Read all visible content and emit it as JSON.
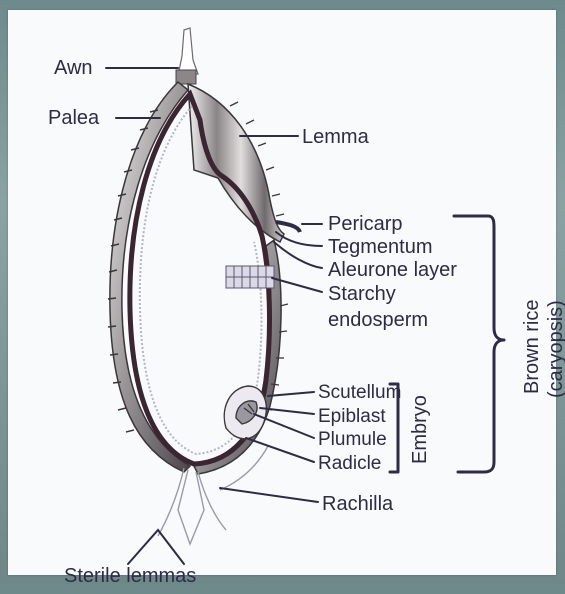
{
  "labels": {
    "awn": "Awn",
    "palea": "Palea",
    "lemma": "Lemma",
    "pericarp": "Pericarp",
    "tegmentum": "Tegmentum",
    "aleurone_layer": "Aleurone layer",
    "starchy_endosperm_line1": "Starchy",
    "starchy_endosperm_line2": "endosperm",
    "scutellum": "Scutellum",
    "epiblast": "Epiblast",
    "plumule": "Plumule",
    "radicle": "Radicle",
    "rachilla": "Rachilla",
    "sterile_lemmas": "Sterile lemmas",
    "embryo": "Embryo",
    "brown_rice_line1": "Brown rice",
    "brown_rice_line2": "(caryopsis)"
  },
  "colors": {
    "text": "#2d2b46",
    "seed_coat": "#3a2530",
    "hull_dark": "#4d4a4e",
    "hull_light": "#d8d5d6"
  }
}
